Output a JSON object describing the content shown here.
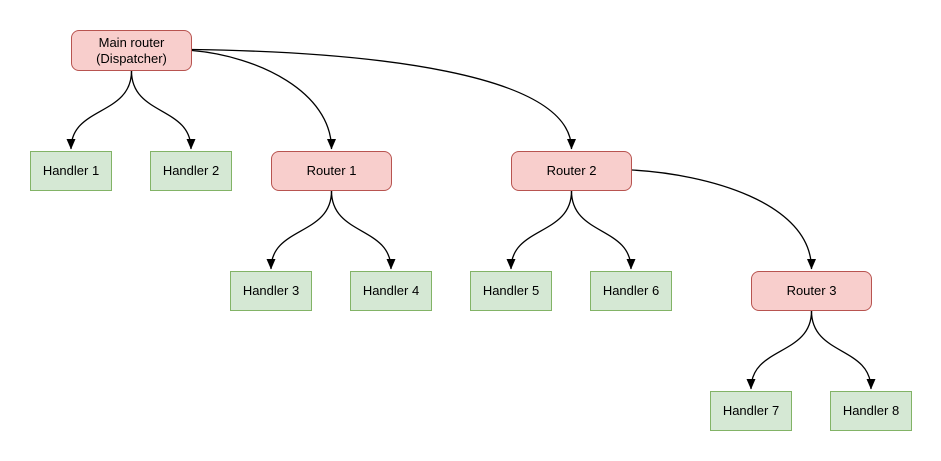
{
  "colors": {
    "canvas_bg": "#ffffff",
    "router_fill": "#f8cecc",
    "router_border": "#b85450",
    "handler_fill": "#d5e8d4",
    "handler_border": "#82b366",
    "edge_stroke": "#000000",
    "text": "#000000"
  },
  "nodes": {
    "main_router": {
      "line1": "Main router",
      "line2": "(Dispatcher)"
    },
    "router_1": {
      "label": "Router 1"
    },
    "router_2": {
      "label": "Router 2"
    },
    "router_3": {
      "label": "Router 3"
    },
    "handler_1": {
      "label": "Handler 1"
    },
    "handler_2": {
      "label": "Handler 2"
    },
    "handler_3": {
      "label": "Handler 3"
    },
    "handler_4": {
      "label": "Handler 4"
    },
    "handler_5": {
      "label": "Handler 5"
    },
    "handler_6": {
      "label": "Handler 6"
    },
    "handler_7": {
      "label": "Handler 7"
    },
    "handler_8": {
      "label": "Handler 8"
    }
  },
  "edges": [
    {
      "from": "Main router (Dispatcher)",
      "to": "Handler 1"
    },
    {
      "from": "Main router (Dispatcher)",
      "to": "Handler 2"
    },
    {
      "from": "Main router (Dispatcher)",
      "to": "Router 1"
    },
    {
      "from": "Main router (Dispatcher)",
      "to": "Router 2"
    },
    {
      "from": "Router 1",
      "to": "Handler 3"
    },
    {
      "from": "Router 1",
      "to": "Handler 4"
    },
    {
      "from": "Router 2",
      "to": "Handler 5"
    },
    {
      "from": "Router 2",
      "to": "Handler 6"
    },
    {
      "from": "Router 2",
      "to": "Router 3"
    },
    {
      "from": "Router 3",
      "to": "Handler 7"
    },
    {
      "from": "Router 3",
      "to": "Handler 8"
    }
  ]
}
